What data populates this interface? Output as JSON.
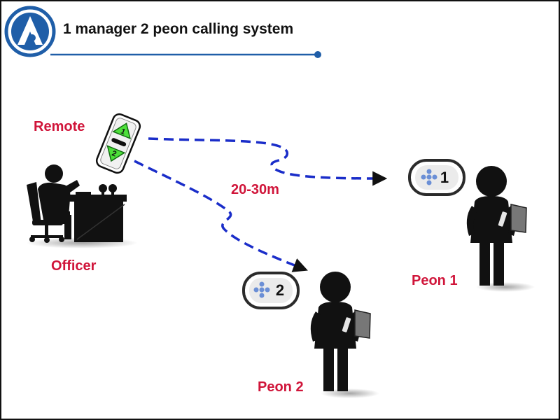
{
  "header": {
    "title": "1 manager 2 peon calling system",
    "accent_color": "#1f5ea8"
  },
  "labels": {
    "remote": "Remote",
    "officer": "Officer",
    "distance": "20-30m",
    "peon1": "Peon 1",
    "peon2": "Peon 2"
  },
  "remote_buttons": {
    "top": "1",
    "bottom": "2",
    "button_color": "#4de03a"
  },
  "receivers": [
    {
      "number": "1"
    },
    {
      "number": "2"
    }
  ],
  "colors": {
    "label_red": "#d0153a",
    "link_blue": "#1a2dc9",
    "figure": "#111111"
  }
}
